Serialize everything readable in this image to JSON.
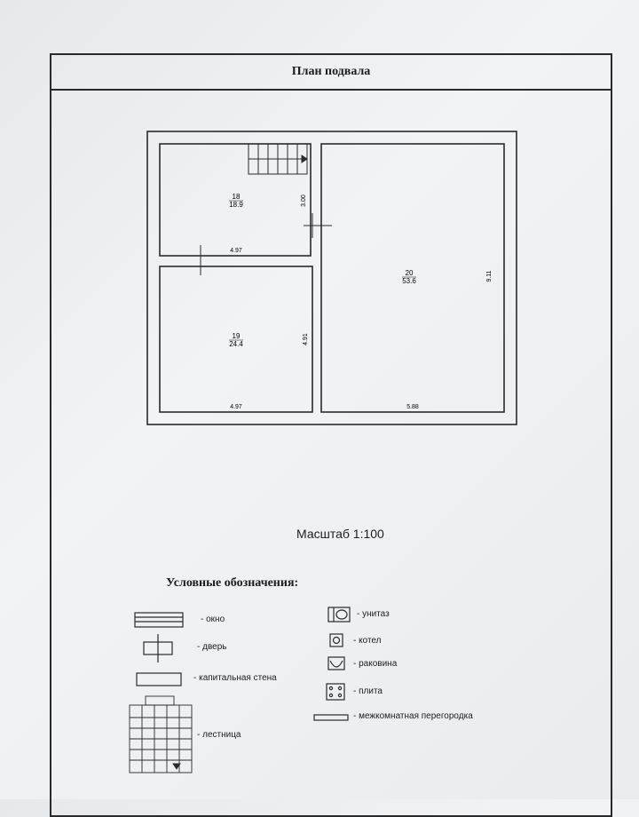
{
  "title": "План подвала",
  "rooms": [
    {
      "number": "18",
      "area": "18.9"
    },
    {
      "number": "19",
      "area": "24.4"
    },
    {
      "number": "20",
      "area": "53.6"
    }
  ],
  "dimensions": {
    "room18_width": "4.97",
    "room18_height": "3.00",
    "room19_width": "4.97",
    "room19_height": "4.91",
    "room20_width": "5.88",
    "room20_height": "9.11"
  },
  "scale": "Масштаб 1:100",
  "legend": {
    "title": "Условные обозначения:",
    "items": {
      "window": "- окно",
      "door": "- дверь",
      "wall": "- капитальная стена",
      "stairs": "- лестница",
      "toilet": "- унитаз",
      "boiler": "- котел",
      "sink": "- раковина",
      "stove": "- плита",
      "partition": "- межкомнатная перегородка"
    }
  }
}
